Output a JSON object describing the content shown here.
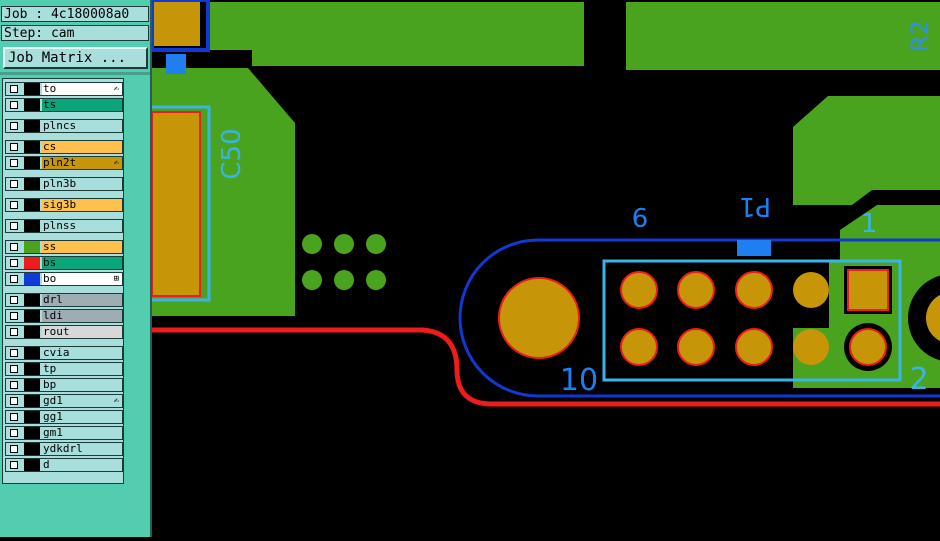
{
  "header": {
    "job_text": "Job : 4c180008a0",
    "step_text": "Step: cam",
    "job_matrix_label": "Job Matrix ..."
  },
  "layers": [
    {
      "name": "to",
      "bg": "#ffffff",
      "swatch": "#000000",
      "mark": "✍"
    },
    {
      "name": "ts",
      "bg": "#0aa579",
      "swatch": "#000000",
      "mark": ""
    },
    {
      "name": "plncs",
      "bg": "#a8dedb",
      "swatch": "#000000",
      "mark": ""
    },
    {
      "name": "cs",
      "bg": "#ffc14d",
      "swatch": "#000000",
      "mark": ""
    },
    {
      "name": "pln2t",
      "bg": "#c79608",
      "swatch": "#000000",
      "mark": "✍"
    },
    {
      "name": "pln3b",
      "bg": "#a8dedb",
      "swatch": "#000000",
      "mark": ""
    },
    {
      "name": "sig3b",
      "bg": "#ffc14d",
      "swatch": "#000000",
      "mark": ""
    },
    {
      "name": "plnss",
      "bg": "#a8dedb",
      "swatch": "#000000",
      "mark": ""
    },
    {
      "name": "ss",
      "bg": "#ffc14d",
      "swatch": "#4aa31e",
      "mark": ""
    },
    {
      "name": "bs",
      "bg": "#0aa579",
      "swatch": "#ee1c1c",
      "mark": ""
    },
    {
      "name": "bo",
      "bg": "#ffffff",
      "swatch": "#1238d6",
      "mark": "⊞"
    },
    {
      "name": "drl",
      "bg": "#9eadb3",
      "swatch": "#000000",
      "mark": ""
    },
    {
      "name": "ldi",
      "bg": "#9eadb3",
      "swatch": "#000000",
      "mark": ""
    },
    {
      "name": "rout",
      "bg": "#d8d8d8",
      "swatch": "#000000",
      "mark": ""
    },
    {
      "name": "cvia",
      "bg": "#a8dedb",
      "swatch": "#000000",
      "mark": ""
    },
    {
      "name": "tp",
      "bg": "#a8dedb",
      "swatch": "#000000",
      "mark": ""
    },
    {
      "name": "bp",
      "bg": "#a8dedb",
      "swatch": "#000000",
      "mark": ""
    },
    {
      "name": "gd1",
      "bg": "#a8dedb",
      "swatch": "#000000",
      "mark": "✍"
    },
    {
      "name": "gg1",
      "bg": "#a8dedb",
      "swatch": "#000000",
      "mark": ""
    },
    {
      "name": "gm1",
      "bg": "#a8dedb",
      "swatch": "#000000",
      "mark": ""
    },
    {
      "name": "ydkdrl",
      "bg": "#a8dedb",
      "swatch": "#000000",
      "mark": ""
    },
    {
      "name": "d",
      "bg": "#a8dedb",
      "swatch": "#000000",
      "mark": ""
    }
  ],
  "board": {
    "colors": {
      "copper": "#4aa31e",
      "pad": "#c79608",
      "silk": "#3ab4e6",
      "outline": "#1238d6",
      "trace": "#ee1c1c"
    },
    "labels": {
      "c50": "C50",
      "p1": "P1",
      "pin1": "1",
      "pin2": "2",
      "pin9": "9",
      "pin10": "10",
      "edge": "R2"
    }
  }
}
